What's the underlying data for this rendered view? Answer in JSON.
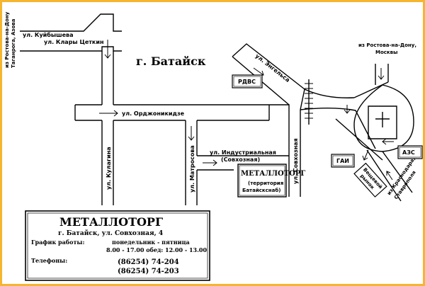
{
  "colors": {
    "frame": "#f5b52e",
    "ink": "#000000",
    "paper": "#ffffff"
  },
  "city": "г. Батайск",
  "streets": {
    "kuibysheva": "ул. Куйбышева",
    "klary": "ул. Клары Цеткин",
    "ordzhonikidze": "ул. Орджоникидзе",
    "kulagina": "ул. Кулагина",
    "matrosova": "ул. Матросова",
    "industrialnaya_1": "ул. Индустриальная",
    "industrialnaya_2": "(Совхозная)",
    "engelsa": "ул. Энгельса",
    "sovkhoznaya": "ул. Совхозная"
  },
  "directions": {
    "left_1": "из Ростова-на-Дону",
    "left_2": "Таганрога, Азова",
    "top_1": "из Ростова-на-Дону,",
    "top_2": "Москвы",
    "bottom_1": "из Краснодара,",
    "bottom_2": "Ставрополя"
  },
  "landmarks": {
    "rdvs": "РДВС",
    "gai": "ГАИ",
    "azs": "АЗС",
    "market_1": "Вещевой",
    "market_2": "рынок"
  },
  "store_box": {
    "name": "МЕТАЛЛОТОРГ",
    "sub_1": "(территория",
    "sub_2": "Батайскснаб)"
  },
  "info": {
    "title": "МЕТАЛЛОТОРГ",
    "address": "г. Батайск, ул. Совхозная, 4",
    "schedule_label": "График работы:",
    "schedule_days": "понедельник - пятница",
    "schedule_hours": "8.00 - 17.00 обед: 12.00 - 13.00",
    "phones_label": "Телефоны:",
    "phone_1": "(86254) 74-204",
    "phone_2": "(86254) 74-203"
  }
}
